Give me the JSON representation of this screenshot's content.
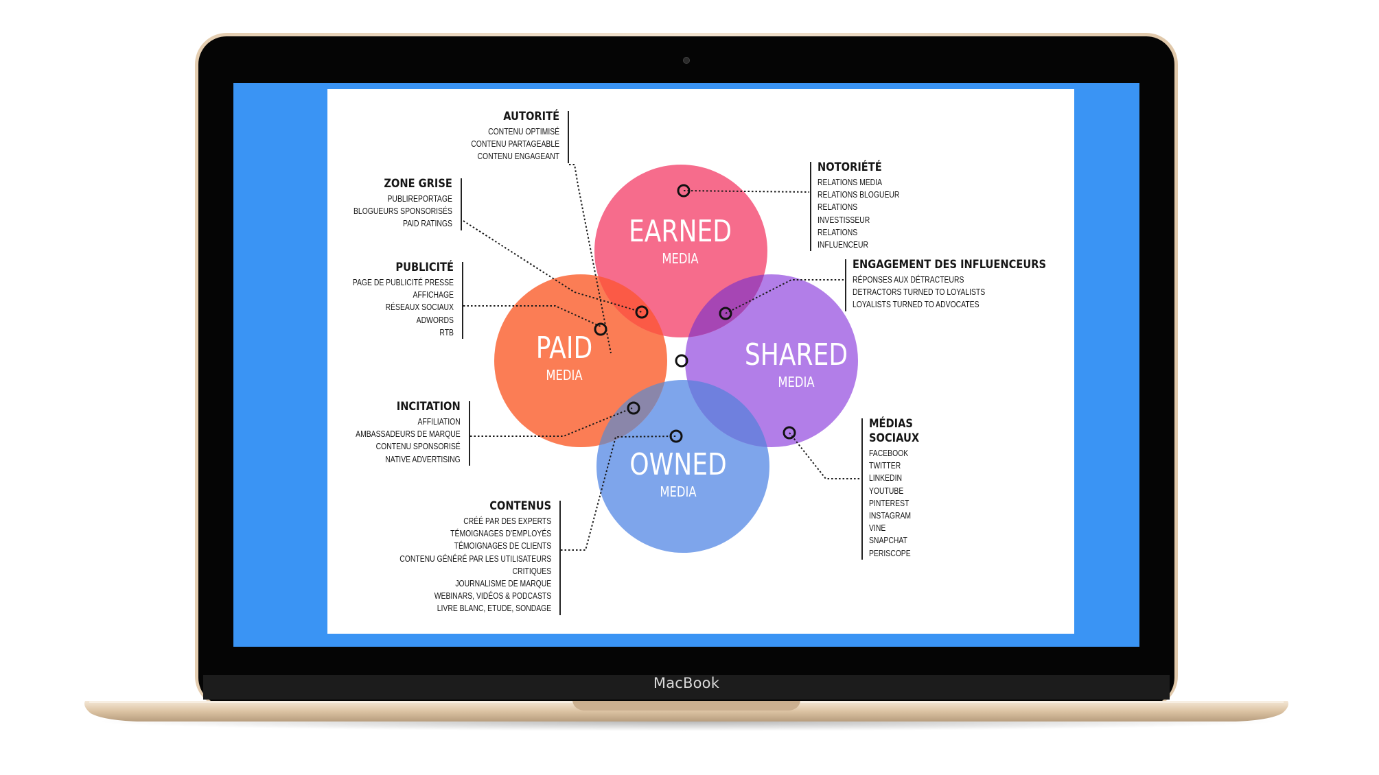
{
  "device": {
    "brand_label": "MacBook"
  },
  "colors": {
    "screen_bg": "#3a94f4",
    "earned": "#f66c8c",
    "paid": "#fb7d55",
    "shared": "#b27ee8",
    "owned": "#7ea5eb",
    "earned_paid_overlap": "#fb5a46",
    "earned_shared_overlap": "#a646b4",
    "paid_owned_overlap": "#8a86aa",
    "shared_owned_overlap": "#6f80de"
  },
  "circles": {
    "earned": {
      "title": "EARNED",
      "subtitle": "MEDIA"
    },
    "paid": {
      "title": "PAID",
      "subtitle": "MEDIA"
    },
    "shared": {
      "title": "SHARED",
      "subtitle": "MEDIA"
    },
    "owned": {
      "title": "OWNED",
      "subtitle": "MEDIA"
    }
  },
  "groups": {
    "autorite": {
      "title": "AUTORITÉ",
      "items": [
        "CONTENU OPTIMISÉ",
        "CONTENU PARTAGEABLE",
        "CONTENU ENGAGEANT"
      ]
    },
    "zone_grise": {
      "title": "ZONE GRISE",
      "items": [
        "PUBLIREPORTAGE",
        "BLOGUEURS SPONSORISÉS",
        "PAID RATINGS"
      ]
    },
    "publicite": {
      "title": "PUBLICITÉ",
      "items": [
        "PAGE DE PUBLICITÉ PRESSE",
        "AFFICHAGE",
        "RÉSEAUX SOCIAUX",
        "ADWORDS",
        "RTB"
      ]
    },
    "incitation": {
      "title": "INCITATION",
      "items": [
        "AFFILIATION",
        "AMBASSADEURS DE MARQUE",
        "CONTENU SPONSORISÉ",
        "NATIVE ADVERTISING"
      ]
    },
    "contenus": {
      "title": "CONTENUS",
      "items": [
        "CRÉÉ PAR DES EXPERTS",
        "TÉMOIGNAGES D'EMPLOYÉS",
        "TÉMOIGNAGES DE CLIENTS",
        "CONTENU GÉNÉRÉ PAR LES UTILISATEURS",
        "CRITIQUES",
        "JOURNALISME DE MARQUE",
        "WEBINARS, VIDÉOS & PODCASTS",
        "LIVRE BLANC, ETUDE, SONDAGE"
      ]
    },
    "notoriete": {
      "title": "NOTORIÉTÉ",
      "items": [
        "RELATIONS MEDIA",
        "RELATIONS BLOGUEUR",
        "RELATIONS",
        "INVESTISSEUR",
        "RELATIONS",
        "INFLUENCEUR"
      ]
    },
    "engagement": {
      "title": "ENGAGEMENT DES INFLUENCEURS",
      "items": [
        "RÉPONSES AUX DÉTRACTEURS",
        "DETRACTORS TURNED TO LOYALISTS",
        "LOYALISTS TURNED TO ADVOCATES"
      ]
    },
    "medias_sociaux": {
      "title_line1": "MÉDIAS",
      "title_line2": "SOCIAUX",
      "items": [
        "FACEBOOK",
        "TWITTER",
        "LINKEDIN",
        "YOUTUBE",
        "PINTEREST",
        "INSTAGRAM",
        "VINE",
        "SNAPCHAT",
        "PERISCOPE"
      ]
    }
  }
}
